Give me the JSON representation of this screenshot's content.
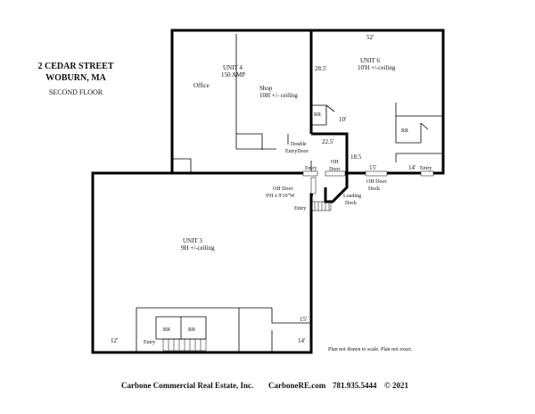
{
  "header": {
    "address": "2 CEDAR STREET",
    "city": "WOBURN, MA",
    "floor": "SECOND FLOOR"
  },
  "rooms": {
    "unit4_name": "UNIT 4",
    "unit4_power": "150 AMP",
    "office": "Office",
    "shop": "Shop",
    "shop_ceiling": "10H +/- ceiling",
    "unit6_name": "UNIT 6",
    "unit6_ceiling": "10'H +/-ceiling",
    "unit3_name": "UNIT 3",
    "unit3_ceiling": "9H +/-ceiling",
    "rr": "RR"
  },
  "doors": {
    "double_entry_1": "Double",
    "double_entry_2": "EntryDoor",
    "entry": "Entry",
    "oh": "OH",
    "door": "Door",
    "oh_door_dock_1": "OH Door",
    "oh_door_dock_2": "Dock",
    "oh_door_left_1": "OH Door",
    "oh_door_left_2": "9'H x 9'10\"W",
    "loading_1": "Loading",
    "loading_2": "Dock"
  },
  "dimensions": {
    "d52": "52'",
    "d28_5": "28.5'",
    "d10": "10'",
    "d22_5": "22.5'",
    "d18_5": "18.5",
    "d15_top": "15'",
    "d14_top": "14'",
    "d15_low": "15'",
    "d14_low": "14'",
    "d12": "12'"
  },
  "notes": {
    "scale": "Plan not drawn to scale. Plan not exact."
  },
  "footer": {
    "company": "Carbone Commercial Real Estate, Inc.",
    "website": "CarboneRE.com",
    "phone": "781.935.5444",
    "copyright": "© 2021"
  }
}
